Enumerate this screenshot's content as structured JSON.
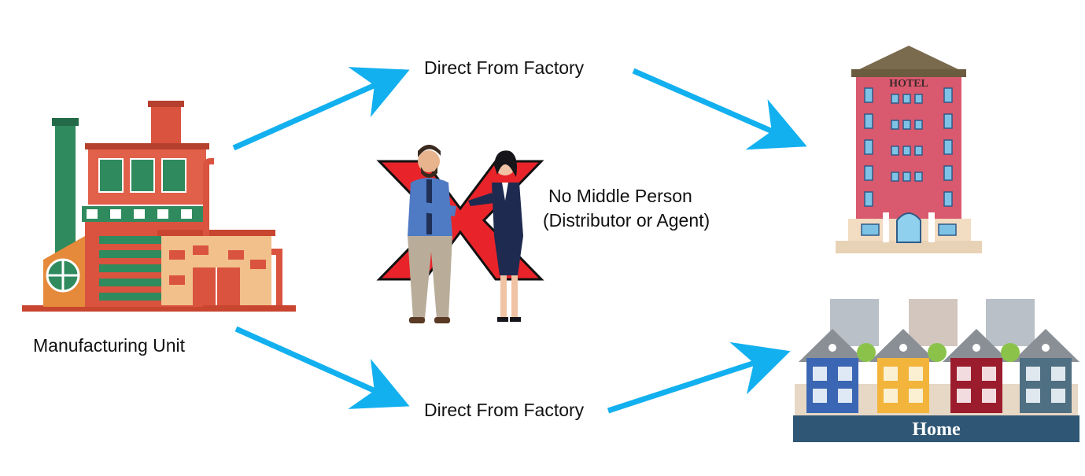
{
  "labels": {
    "direct_top": "Direct From Factory",
    "direct_bottom": "Direct From Factory",
    "manufacturing_unit": "Manufacturing Unit",
    "no_middle_line1": "No Middle Person",
    "no_middle_line2": "(Distributor or Agent)",
    "hotel_sign": "HOTEL",
    "home_banner": "Home"
  },
  "colors": {
    "arrow": "#12b0ef",
    "cross": "#e8242a",
    "factory_red": "#d9533f",
    "factory_green": "#2f8a5e",
    "hotel_wall": "#d9596e",
    "home_banner": "#2f5674"
  },
  "icons": [
    "factory-icon",
    "handshake-people-icon",
    "cross-icon",
    "hotel-icon",
    "houses-icon"
  ]
}
